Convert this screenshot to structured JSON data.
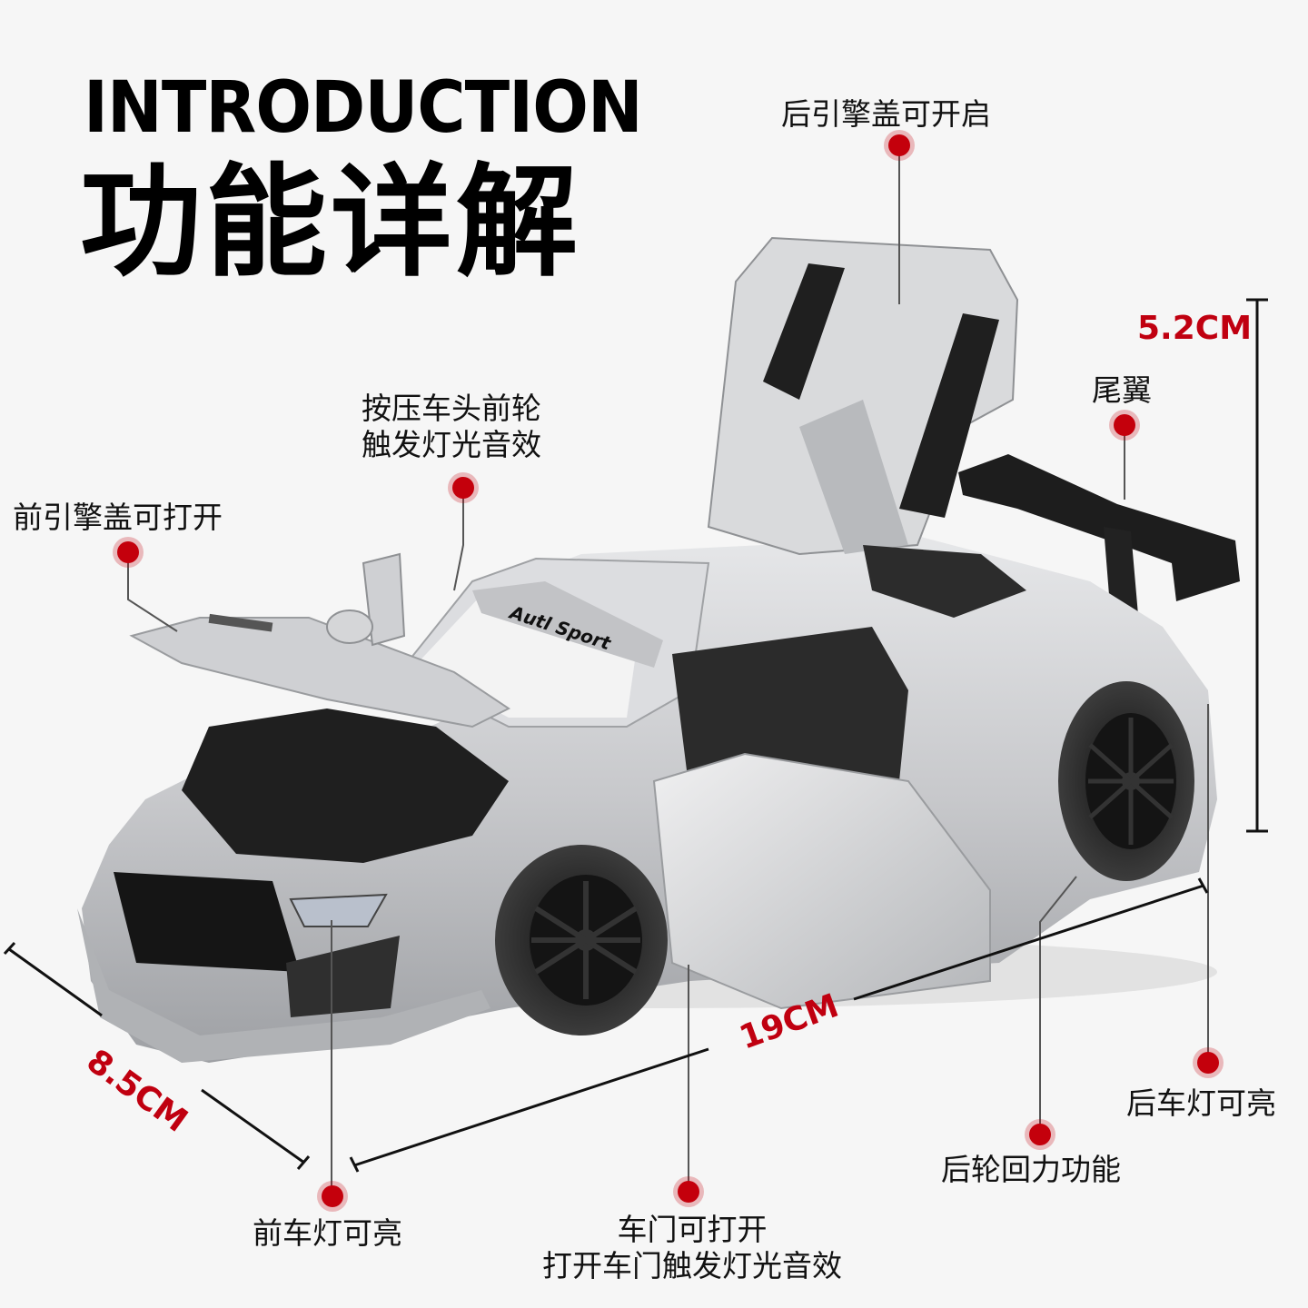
{
  "header": {
    "title_en": "INTRODUCTION",
    "title_cn": "功能详解"
  },
  "car": {
    "windshield_decal": "Autl Sport",
    "body_color": "#c9cacc",
    "trim_color": "#1a1a1a"
  },
  "callouts": {
    "rear_hood": "后引擎盖可开启",
    "front_wheel_press_line1": "按压车头前轮",
    "front_wheel_press_line2": "触发灯光音效",
    "front_hood": "前引擎盖可打开",
    "spoiler": "尾翼",
    "headlights": "前车灯可亮",
    "door_line1": "车门可打开",
    "door_line2": "打开车门触发灯光音效",
    "pullback": "后轮回力功能",
    "taillights": "后车灯可亮"
  },
  "dimensions": {
    "height": "5.2CM",
    "width": "8.5CM",
    "length": "19CM"
  },
  "colors": {
    "accent_red": "#c4000c",
    "dimension_red": "#c00010",
    "background": "#f6f6f6"
  }
}
